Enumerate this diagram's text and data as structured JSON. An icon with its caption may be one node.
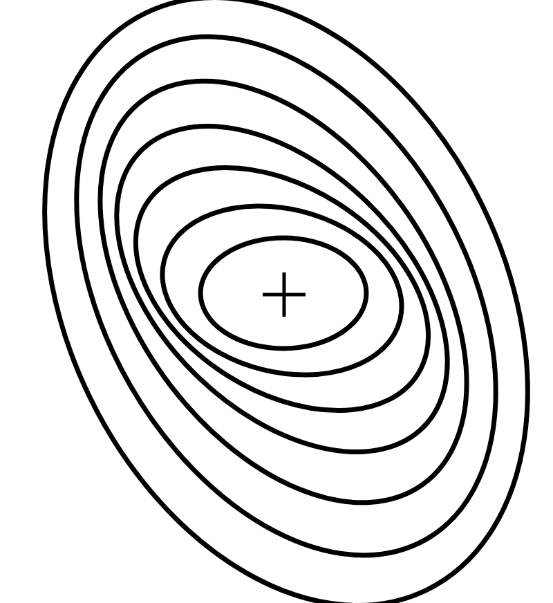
{
  "diagram": {
    "nodes": [
      {
        "text": [],
        "shape": "ellipse"
      },
      {
        "text": [],
        "shape": "ellipse",
        "in": 0
      },
      {
        "text": [],
        "shape": "ellipse",
        "in": 1
      },
      {
        "text": [],
        "shape": "ellipse",
        "in": 2
      },
      {
        "text": [],
        "shape": "ellipse",
        "in": 3
      },
      {
        "text": [],
        "shape": "ellipse",
        "in": 4
      },
      {
        "text": [],
        "shape": "ellipse",
        "in": 5
      }
    ]
  }
}
